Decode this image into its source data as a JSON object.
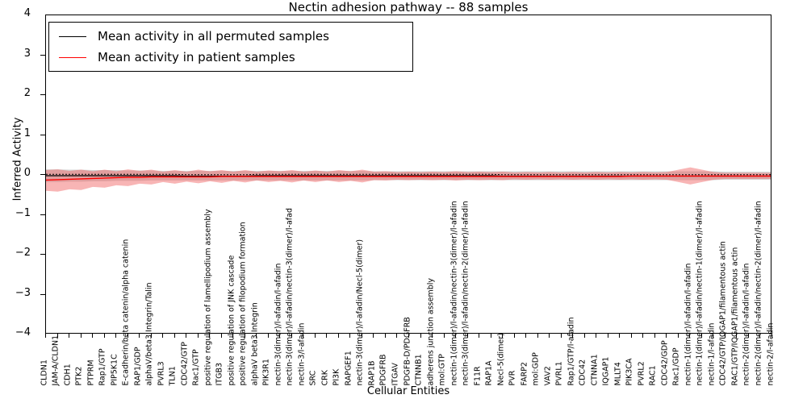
{
  "chart_data": {
    "type": "line",
    "title": "Nectin adhesion pathway -- 88 samples",
    "xlabel": "Cellular Entities",
    "ylabel": "Inferred Activity",
    "ylim": [
      -4,
      4
    ],
    "yticks": [
      "4",
      "3",
      "2",
      "1",
      "0",
      "-1",
      "-2",
      "-3",
      "-4"
    ],
    "grid": false,
    "legend_position": "upper left",
    "legend": [
      {
        "label": "Mean activity in all permuted samples",
        "color": "#000000"
      },
      {
        "label": "Mean activity in patient samples",
        "color": "#ff0000"
      }
    ],
    "categories": [
      "CLDN1",
      "JAM-A/CLDN1",
      "CDH1",
      "PTK2",
      "PTPRM",
      "Rap1/GTP",
      "PIP5K1C",
      "E-cadherin/beta catenin/alpha catenin",
      "RAP1/GDP",
      "alphaV/beta3 Integrin/Talin",
      "PVRL3",
      "TLN1",
      "CDC42/GTP",
      "Rac1/GTP",
      "positive regulation of lamellipodium assembly",
      "ITGB3",
      "positive regulation of JNK cascade",
      "positive regulation of filopodium formation",
      "alphaV beta3 Integrin",
      "PIK3R1",
      "nectin-3(dimer)/l-afadin/l-afadin",
      "nectin-3(dimer)/l-afadin/nectin-3(dimer)/l-afad",
      "nectin-3/l-afadin",
      "SRC",
      "CRK",
      "PI3K",
      "RAPGEF1",
      "nectin-3(dimer)/l-afadin/Necl-5(dimer)",
      "RAP1B",
      "PDGFRB",
      "ITGAV",
      "PDGFB-D/PDGFRB",
      "CTNNB1",
      "adherens junction assembly",
      "mol:GTP",
      "nectin-1(dimer)/l-afadin/nectin-3(dimer)/l-afadin",
      "nectin-3(dimer)/l-afadin/nectin-2(dimer)/l-afadin",
      "F11R",
      "RAP1A",
      "Necl-5(dimer)",
      "PVR",
      "FARP2",
      "mol:GDP",
      "VAV2",
      "PVRL1",
      "Rap1/GTP/l-afadin",
      "CDC42",
      "CTNNA1",
      "IQGAP1",
      "MLLT4",
      "PIK3CA",
      "PVRL2",
      "RAC1",
      "CDC42/GDP",
      "Rac1/GDP",
      "nectin-1(dimer)/l-afadin/l-afadin",
      "nectin-1(dimer)/l-afadin/nectin-1(dimer)/l-afadin",
      "nectin-1/l-afadin",
      "CDC42/GTP/IQGAP1/filamentous actin",
      "RAC1/GTP/IQGAP1/filamentous actin",
      "nectin-2(dimer)/l-afadin/l-afadin",
      "nectin-2(dimer)/l-afadin/nectin-2(dimer)/l-afadin",
      "nectin-2/l-afadin"
    ],
    "series": [
      {
        "name": "Mean activity in all permuted samples",
        "color": "#000000",
        "style": "solid",
        "values": [
          -0.02,
          -0.02,
          -0.02,
          -0.02,
          -0.02,
          -0.02,
          -0.02,
          -0.02,
          -0.02,
          -0.02,
          -0.02,
          -0.02,
          -0.03,
          -0.03,
          -0.03,
          -0.03,
          -0.03,
          -0.03,
          -0.02,
          -0.02,
          -0.02,
          -0.02,
          -0.02,
          -0.02,
          -0.02,
          -0.02,
          -0.02,
          -0.02,
          -0.02,
          -0.02,
          -0.02,
          -0.02,
          -0.02,
          -0.02,
          -0.02,
          -0.02,
          -0.02,
          -0.02,
          -0.02,
          -0.03,
          -0.03,
          -0.03,
          -0.03,
          -0.03,
          -0.03,
          -0.03,
          -0.03,
          -0.03,
          -0.03,
          -0.03,
          -0.03,
          -0.03,
          -0.03,
          -0.03,
          -0.03,
          -0.03,
          -0.03,
          -0.03,
          -0.03,
          -0.03,
          -0.03,
          -0.03,
          -0.03
        ],
        "band_upper": [
          0.14,
          0.14,
          0.13,
          0.13,
          0.12,
          0.12,
          0.12,
          0.11,
          0.11,
          0.11,
          0.1,
          0.1,
          0.1,
          0.1,
          0.1,
          0.1,
          0.1,
          0.1,
          0.1,
          0.1,
          0.1,
          0.1,
          0.1,
          0.1,
          0.1,
          0.1,
          0.1,
          0.1,
          0.09,
          0.09,
          0.09,
          0.09,
          0.09,
          0.09,
          0.09,
          0.09,
          0.09,
          0.09,
          0.09,
          0.09,
          0.09,
          0.09,
          0.09,
          0.09,
          0.09,
          0.09,
          0.09,
          0.09,
          0.09,
          0.09,
          0.09,
          0.09,
          0.09,
          0.09,
          0.09,
          0.09,
          0.09,
          0.09,
          0.08,
          0.08,
          0.08,
          0.08,
          0.08
        ],
        "band_lower": [
          -0.18,
          -0.18,
          -0.17,
          -0.17,
          -0.16,
          -0.16,
          -0.15,
          -0.15,
          -0.15,
          -0.14,
          -0.14,
          -0.14,
          -0.14,
          -0.14,
          -0.14,
          -0.14,
          -0.14,
          -0.14,
          -0.14,
          -0.14,
          -0.14,
          -0.14,
          -0.14,
          -0.14,
          -0.14,
          -0.14,
          -0.14,
          -0.14,
          -0.13,
          -0.13,
          -0.13,
          -0.13,
          -0.13,
          -0.13,
          -0.13,
          -0.13,
          -0.13,
          -0.13,
          -0.13,
          -0.13,
          -0.13,
          -0.13,
          -0.13,
          -0.13,
          -0.13,
          -0.13,
          -0.13,
          -0.13,
          -0.13,
          -0.13,
          -0.13,
          -0.13,
          -0.13,
          -0.13,
          -0.13,
          -0.13,
          -0.13,
          -0.13,
          -0.12,
          -0.12,
          -0.12,
          -0.12,
          -0.12
        ]
      },
      {
        "name": "Mean activity in patient samples",
        "color": "#ff0000",
        "style": "solid",
        "values": [
          -0.13,
          -0.12,
          -0.11,
          -0.1,
          -0.09,
          -0.08,
          -0.07,
          -0.06,
          -0.06,
          -0.05,
          -0.05,
          -0.05,
          -0.05,
          -0.05,
          -0.05,
          -0.04,
          -0.04,
          -0.04,
          -0.04,
          -0.04,
          -0.04,
          -0.04,
          -0.04,
          -0.04,
          -0.04,
          -0.04,
          -0.04,
          -0.04,
          -0.04,
          -0.04,
          -0.04,
          -0.04,
          -0.04,
          -0.04,
          -0.04,
          -0.04,
          -0.04,
          -0.04,
          -0.04,
          -0.04,
          -0.04,
          -0.04,
          -0.04,
          -0.04,
          -0.04,
          -0.04,
          -0.04,
          -0.04,
          -0.04,
          -0.04,
          -0.03,
          -0.03,
          -0.03,
          -0.03,
          -0.03,
          -0.03,
          -0.03,
          -0.03,
          -0.03,
          -0.03,
          -0.03,
          -0.03,
          -0.03
        ],
        "band_upper": [
          0.12,
          0.14,
          0.1,
          0.13,
          0.09,
          0.13,
          0.09,
          0.14,
          0.1,
          0.13,
          0.08,
          0.12,
          0.08,
          0.13,
          0.09,
          0.12,
          0.08,
          0.12,
          0.08,
          0.11,
          0.09,
          0.12,
          0.08,
          0.11,
          0.08,
          0.12,
          0.09,
          0.13,
          0.08,
          0.09,
          0.07,
          0.08,
          0.07,
          0.08,
          0.07,
          0.09,
          0.07,
          0.08,
          0.07,
          0.08,
          0.06,
          0.07,
          0.06,
          0.07,
          0.06,
          0.07,
          0.06,
          0.07,
          0.06,
          0.07,
          0.06,
          0.07,
          0.06,
          0.07,
          0.13,
          0.19,
          0.13,
          0.07,
          0.05,
          0.05,
          0.05,
          0.05,
          0.05
        ],
        "band_lower": [
          -0.4,
          -0.42,
          -0.36,
          -0.38,
          -0.3,
          -0.32,
          -0.26,
          -0.28,
          -0.22,
          -0.24,
          -0.18,
          -0.22,
          -0.17,
          -0.21,
          -0.16,
          -0.2,
          -0.15,
          -0.19,
          -0.14,
          -0.18,
          -0.15,
          -0.19,
          -0.14,
          -0.18,
          -0.14,
          -0.18,
          -0.15,
          -0.19,
          -0.13,
          -0.14,
          -0.12,
          -0.13,
          -0.12,
          -0.13,
          -0.12,
          -0.14,
          -0.12,
          -0.13,
          -0.12,
          -0.13,
          -0.11,
          -0.12,
          -0.11,
          -0.12,
          -0.11,
          -0.12,
          -0.11,
          -0.12,
          -0.11,
          -0.12,
          -0.11,
          -0.12,
          -0.11,
          -0.12,
          -0.18,
          -0.24,
          -0.18,
          -0.12,
          -0.1,
          -0.1,
          -0.1,
          -0.1,
          -0.1
        ]
      }
    ]
  }
}
